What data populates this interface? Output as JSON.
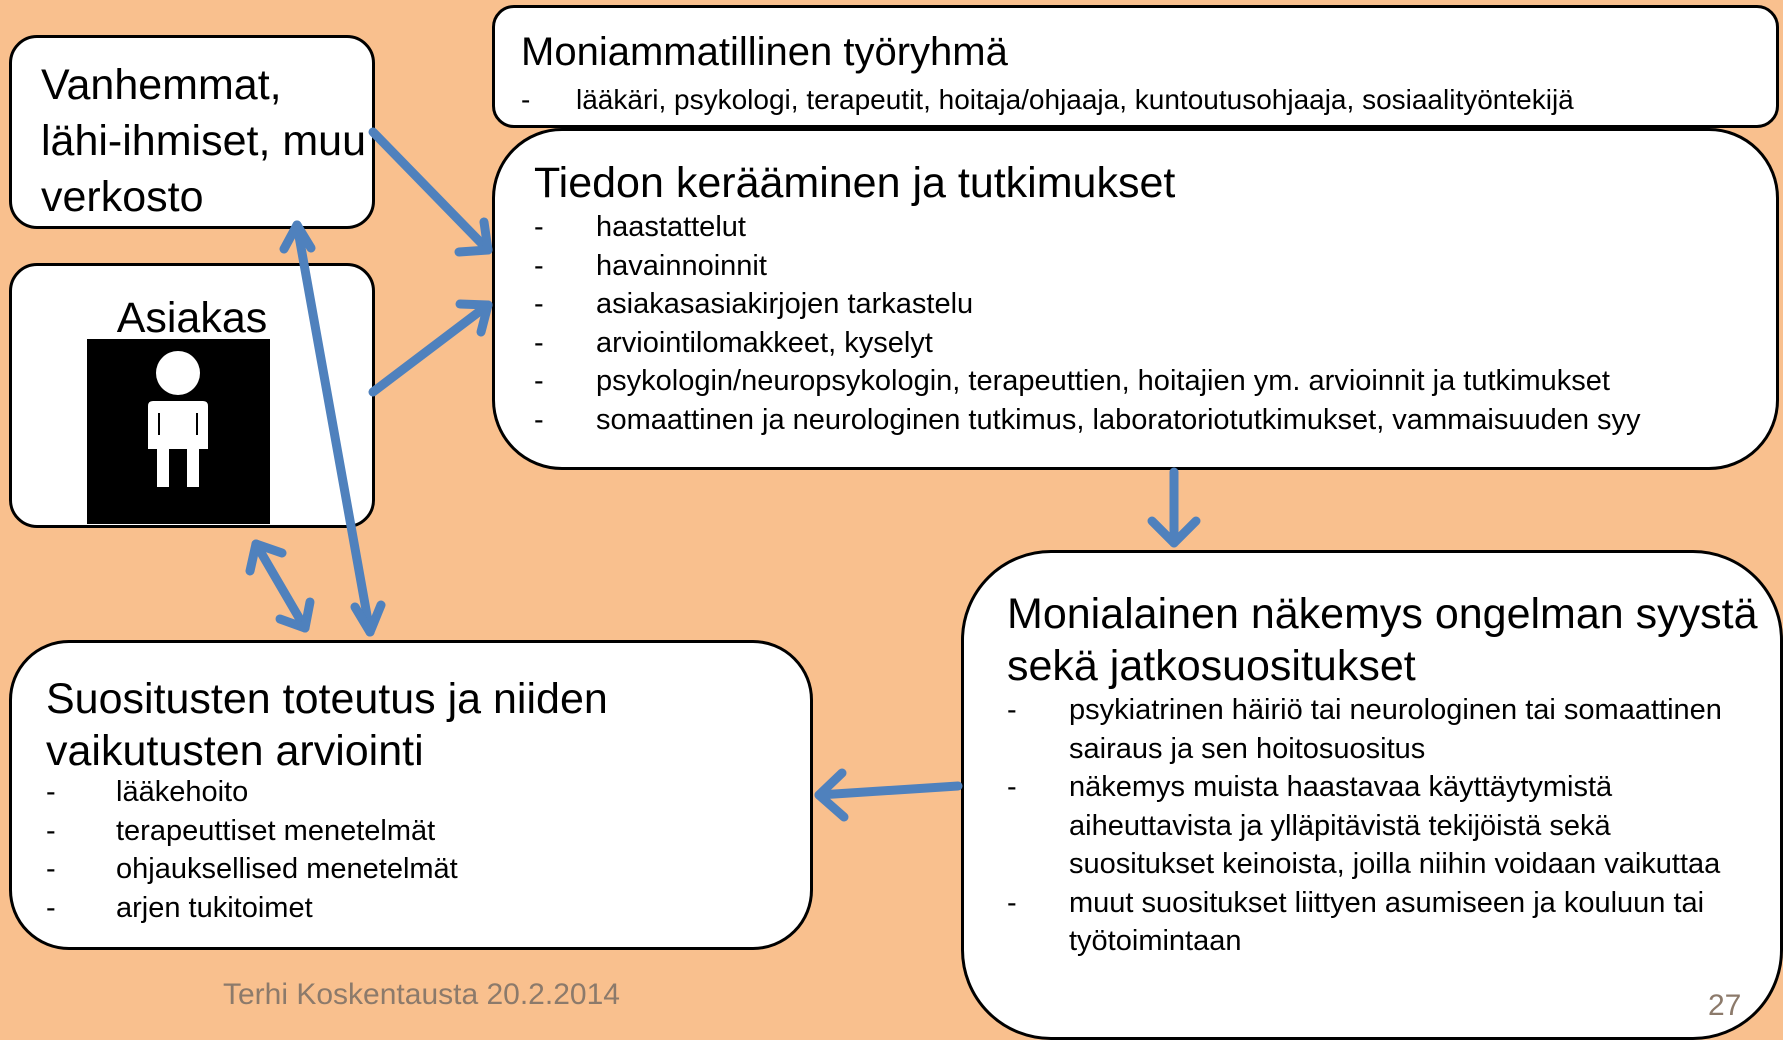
{
  "team": {
    "title": "Moniammatillinen työryhmä",
    "items": [
      "lääkäri, psykologi, terapeutit, hoitaja/ohjaaja, kuntoutusohjaaja,  sosiaalityöntekijä"
    ]
  },
  "network": {
    "title": "Vanhemmat, lähi-ihmiset, muu verkosto"
  },
  "client": {
    "title": "Asiakas",
    "icon": "person-icon"
  },
  "info": {
    "title": "Tiedon kerääminen ja tutkimukset",
    "items": [
      "haastattelut",
      "havainnoinnit",
      "asiakasasiakirjojen tarkastelu",
      "arviointilomakkeet, kyselyt",
      "psykologin/neuropsykologin, terapeuttien, hoitajien ym. arvioinnit ja tutkimukset",
      "somaattinen ja neurologinen tutkimus, laboratoriotutkimukset, vammaisuuden syy"
    ]
  },
  "view": {
    "title": "Monialainen näkemys ongelman syystä sekä jatkosuositukset",
    "items": [
      "psykiatrinen häiriö tai neurologinen tai somaattinen sairaus ja sen hoitosuositus",
      "näkemys muista haastavaa käyttäytymistä aiheuttavista ja ylläpitävistä tekijöistä sekä suositukset keinoista, joilla niihin voidaan vaikuttaa",
      "muut suositukset liittyen asumiseen ja kouluun tai työtoimintaan"
    ]
  },
  "impl": {
    "title": "Suositusten toteutus ja niiden vaikutusten arviointi",
    "items": [
      "lääkehoito",
      "terapeuttiset menetelmät",
      "ohjauksellised menetelmät",
      "arjen tukitoimet"
    ]
  },
  "footer": {
    "author": "Terhi Koskentausta 20.2.2014",
    "page": "27"
  },
  "dash": "-",
  "colors": {
    "background": "#F9C08E",
    "arrow": "#4F81BD",
    "footer_text": "#8C7A6B"
  }
}
